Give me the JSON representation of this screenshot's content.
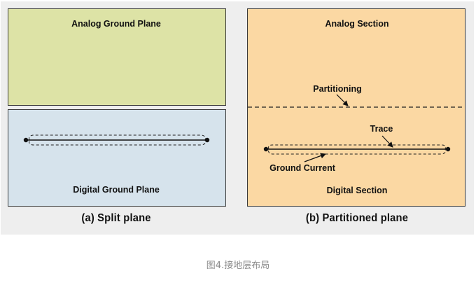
{
  "figure": {
    "panel_a": {
      "analog_plane_label": "Analog Ground Plane",
      "digital_plane_label": "Digital Ground Plane",
      "caption": "(a) Split plane"
    },
    "panel_b": {
      "analog_section_label": "Analog Section",
      "partitioning_label": "Partitioning",
      "trace_label": "Trace",
      "ground_current_label": "Ground Current",
      "digital_section_label": "Digital Section",
      "caption": "(b) Partitioned plane"
    },
    "colors": {
      "analog_plane": "#dde3a6",
      "digital_plane": "#d6e3ec",
      "partitioned_plane": "#fbd8a3",
      "background": "#eeeeee"
    }
  },
  "figure_caption": "图4.接地层布局"
}
